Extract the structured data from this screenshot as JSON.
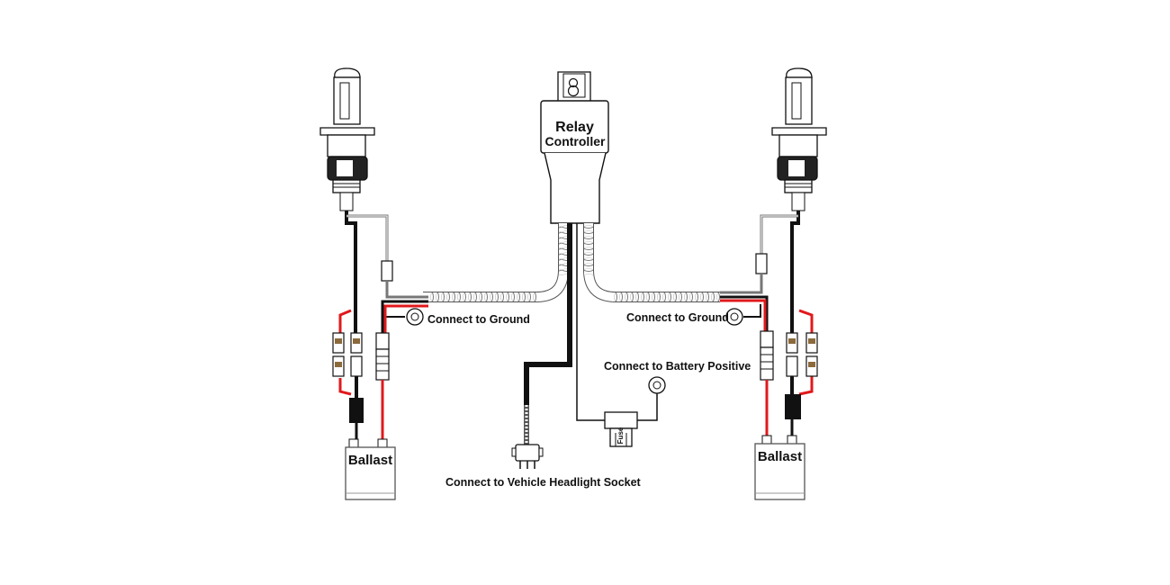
{
  "relay": {
    "line1": "Relay",
    "line2": "Controller"
  },
  "labels": {
    "ground_left": "Connect to Ground",
    "ground_right": "Connect to Ground",
    "battery": "Connect to Battery Positive",
    "headlight_socket": "Connect to Vehicle Headlight Socket",
    "fuse": "Fuse"
  },
  "ballast_left": "Ballast",
  "ballast_right": "Ballast",
  "colors": {
    "wire_power": "#e0191c",
    "wire_ground": "#111111",
    "wire_signal": "#7f7f7f",
    "background": "#ffffff"
  }
}
